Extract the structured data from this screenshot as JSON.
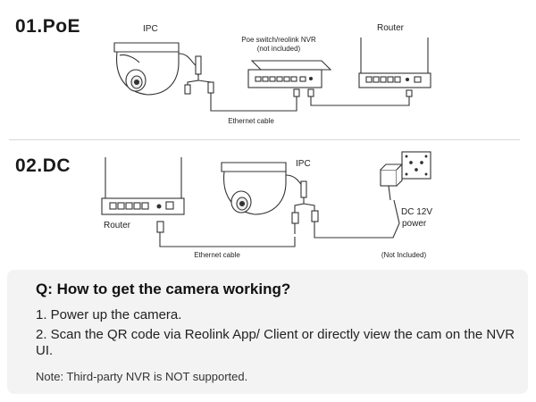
{
  "poe": {
    "title": "01.PoE",
    "ipc_label": "IPC",
    "switch_label": "Poe switch/reolink NVR",
    "switch_note": "(not included)",
    "router_label": "Router",
    "cable_label": "Ethernet cable"
  },
  "dc": {
    "title": "02.DC",
    "router_label": "Router",
    "ipc_label": "IPC",
    "power_label_1": "DC 12V",
    "power_label_2": "power",
    "cable_label": "Ethernet cable",
    "power_note": "(Not Included)"
  },
  "faq": {
    "question": "Q: How to get the camera working?",
    "step1": "1. Power up the camera.",
    "step2": "2. Scan the QR code via Reolink App/ Client or directly view the cam on the NVR UI.",
    "note": "Note: Third-party NVR is NOT supported."
  },
  "colors": {
    "line": "#333333",
    "panel": "#f3f3f3"
  }
}
